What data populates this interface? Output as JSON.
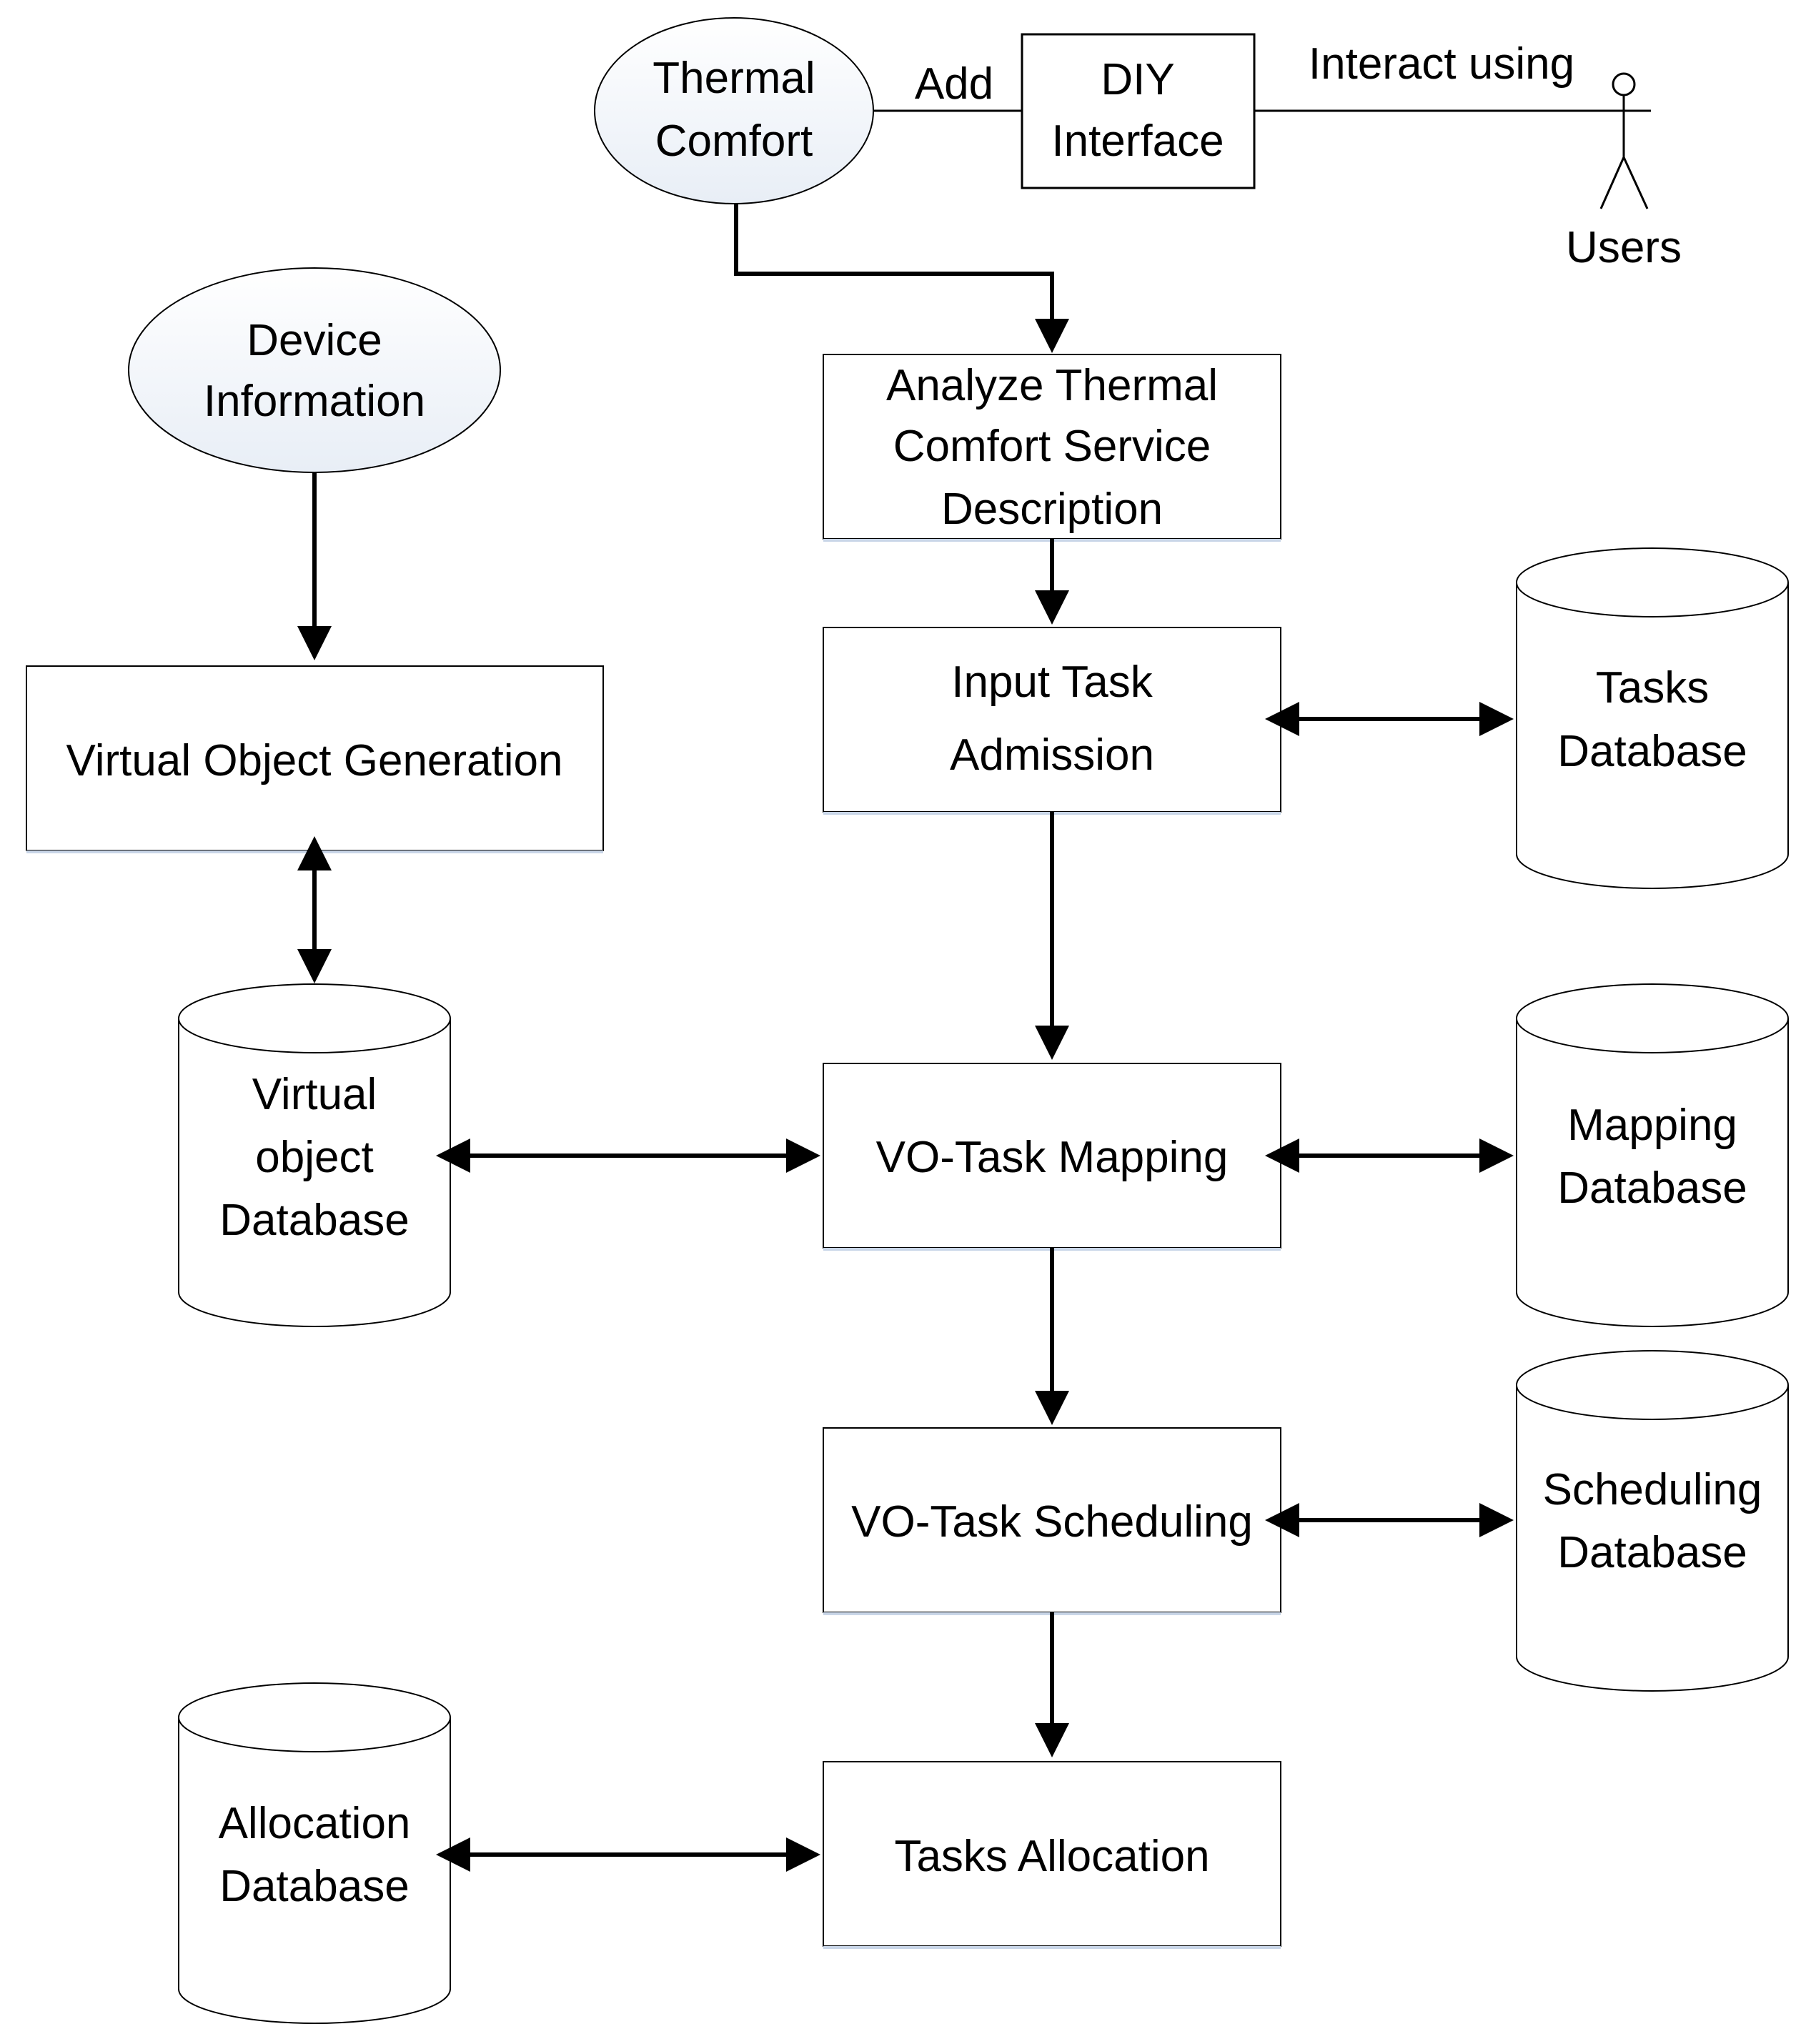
{
  "colors": {
    "stroke": "#000000",
    "box_fill": "#ffffff",
    "ellipse_fill_top": "#ffffff",
    "ellipse_fill_bottom": "#e8eef6",
    "box_shadow": "#c9d6e8"
  },
  "nodes": {
    "thermal_comfort": {
      "line1": "Thermal",
      "line2": "Comfort"
    },
    "diy_interface": {
      "line1": "DIY",
      "line2": "Interface"
    },
    "users": {
      "label": "Users"
    },
    "device_information": {
      "line1": "Device",
      "line2": "Information"
    },
    "analyze": {
      "line1": "Analyze Thermal",
      "line2": "Comfort Service",
      "line3": "Description"
    },
    "virtual_object_generation": {
      "label": "Virtual Object Generation"
    },
    "input_task_admission": {
      "line1": "Input Task",
      "line2": "Admission"
    },
    "tasks_database": {
      "line1": "Tasks",
      "line2": "Database"
    },
    "virtual_object_database": {
      "line1": "Virtual",
      "line2": "object",
      "line3": "Database"
    },
    "vo_task_mapping": {
      "label": "VO-Task Mapping"
    },
    "mapping_database": {
      "line1": "Mapping",
      "line2": "Database"
    },
    "vo_task_scheduling": {
      "label": "VO-Task Scheduling"
    },
    "scheduling_database": {
      "line1": "Scheduling",
      "line2": "Database"
    },
    "allocation_database": {
      "line1": "Allocation",
      "line2": "Database"
    },
    "tasks_allocation": {
      "label": "Tasks Allocation"
    }
  },
  "edges": {
    "add_label": "Add",
    "interact_label": "Interact using"
  }
}
